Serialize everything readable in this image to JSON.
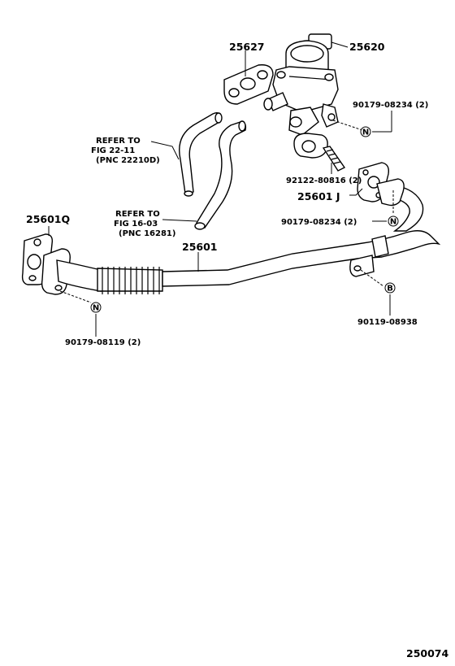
{
  "labels": {
    "p25627": "25627",
    "p25620": "25620",
    "p90179_08234_top": "90179-08234 (2)",
    "p92122": "92122-80816 (2)",
    "p25601j": "25601 J",
    "p90179_08234_mid": "90179-08234 (2)",
    "p25601q": "25601Q",
    "p25601": "25601",
    "p90119": "90119-08938",
    "p90179_08119": "90179-08119 (2)",
    "refer1_line1": "REFER TO",
    "refer1_line2": "FIG 22-11",
    "refer1_line3": "(PNC 22210D)",
    "refer2_line1": "REFER TO",
    "refer2_line2": "FIG 16-03",
    "refer2_line3": "(PNC 16281)",
    "figure_number": "250074"
  },
  "markers": {
    "nut": "N",
    "bolt": "B"
  }
}
